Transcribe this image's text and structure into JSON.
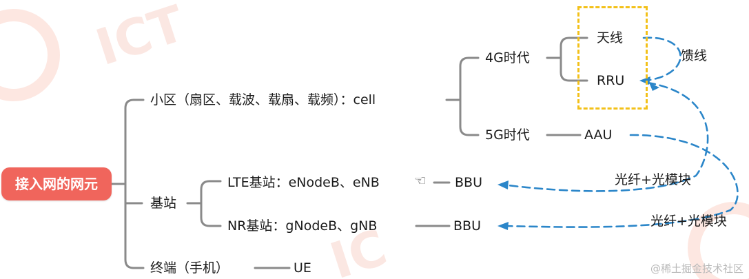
{
  "root": {
    "label": "接入网的网元"
  },
  "cell": {
    "label": "小区（扇区、载波、载扇、载频）：cell",
    "era4g": {
      "label": "4G时代",
      "antenna": "天线",
      "rru": "RRU",
      "feeder": "馈线"
    },
    "era5g": {
      "label": "5G时代",
      "aau": "AAU"
    }
  },
  "basestation": {
    "label": "基站",
    "lte": {
      "label": "LTE基站：eNodeB、eNB",
      "bbu": "BBU"
    },
    "nr": {
      "label": "NR基站：gNodeB、gNB",
      "bbu": "BBU"
    }
  },
  "terminal": {
    "label": "终端（手机）",
    "ue": "UE"
  },
  "links": {
    "fiber_top": "光纤+光模块",
    "fiber_bottom": "光纤+光模块"
  },
  "footer": {
    "watermark": "@稀土掘金技术社区"
  },
  "colors": {
    "root_fill": "#f0655c",
    "connector": "#8a8a8a",
    "dashed_arrow": "#2b86c9",
    "highlight_box": "#f3c11a",
    "bg_logo": "#fde3dc"
  }
}
